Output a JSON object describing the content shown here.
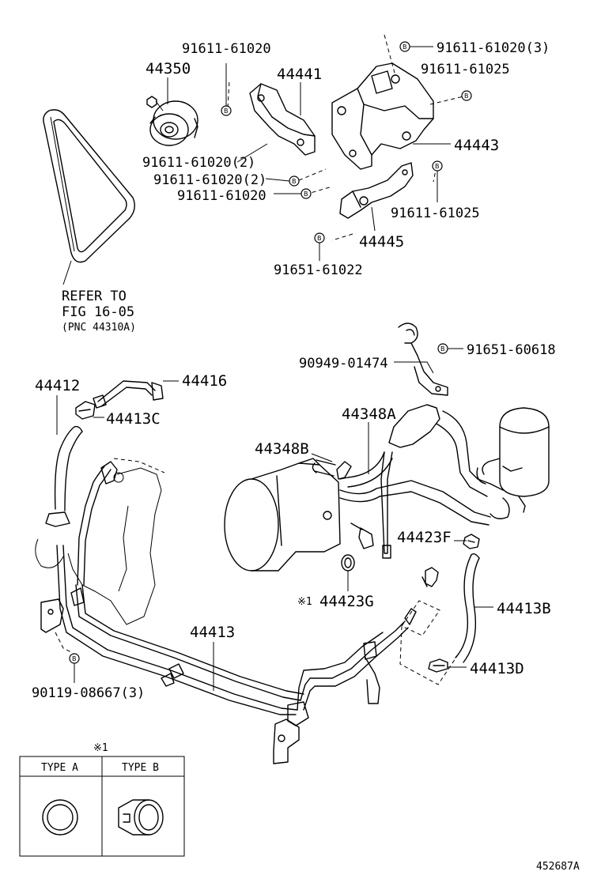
{
  "labels": {
    "p44350": "44350",
    "p44441": "44441",
    "p44443": "44443",
    "p44445": "44445",
    "b91611_61020_a": "91611-61020",
    "b91611_61020_3": "91611-61020(3)",
    "b91611_61025_a": "91611-61025",
    "b91611_61020_2a": "91611-61020(2)",
    "b91611_61020_2b": "91611-61020(2)",
    "b91611_61020_b": "91611-61020",
    "b91611_61025_b": "91611-61025",
    "b91651_61022": "91651-61022",
    "refer1": "REFER TO",
    "refer2": "FIG 16-05",
    "refer3": "(PNC 44310A)",
    "p90949_01474": "90949-01474",
    "b91651_60618": "91651-60618",
    "p44412": "44412",
    "p44416": "44416",
    "p44413C": "44413C",
    "p44348A": "44348A",
    "p44348B": "44348B",
    "p44423F": "44423F",
    "p44423G": "44423G",
    "note_mark": "※1",
    "p44413B": "44413B",
    "p44413": "44413",
    "p44413D": "44413D",
    "b90119_08667": "90119-08667(3)",
    "table_mark": "※1",
    "type_a": "TYPE A",
    "type_b": "TYPE B",
    "figure_id": "452687A"
  },
  "bolt_symbol": "B"
}
